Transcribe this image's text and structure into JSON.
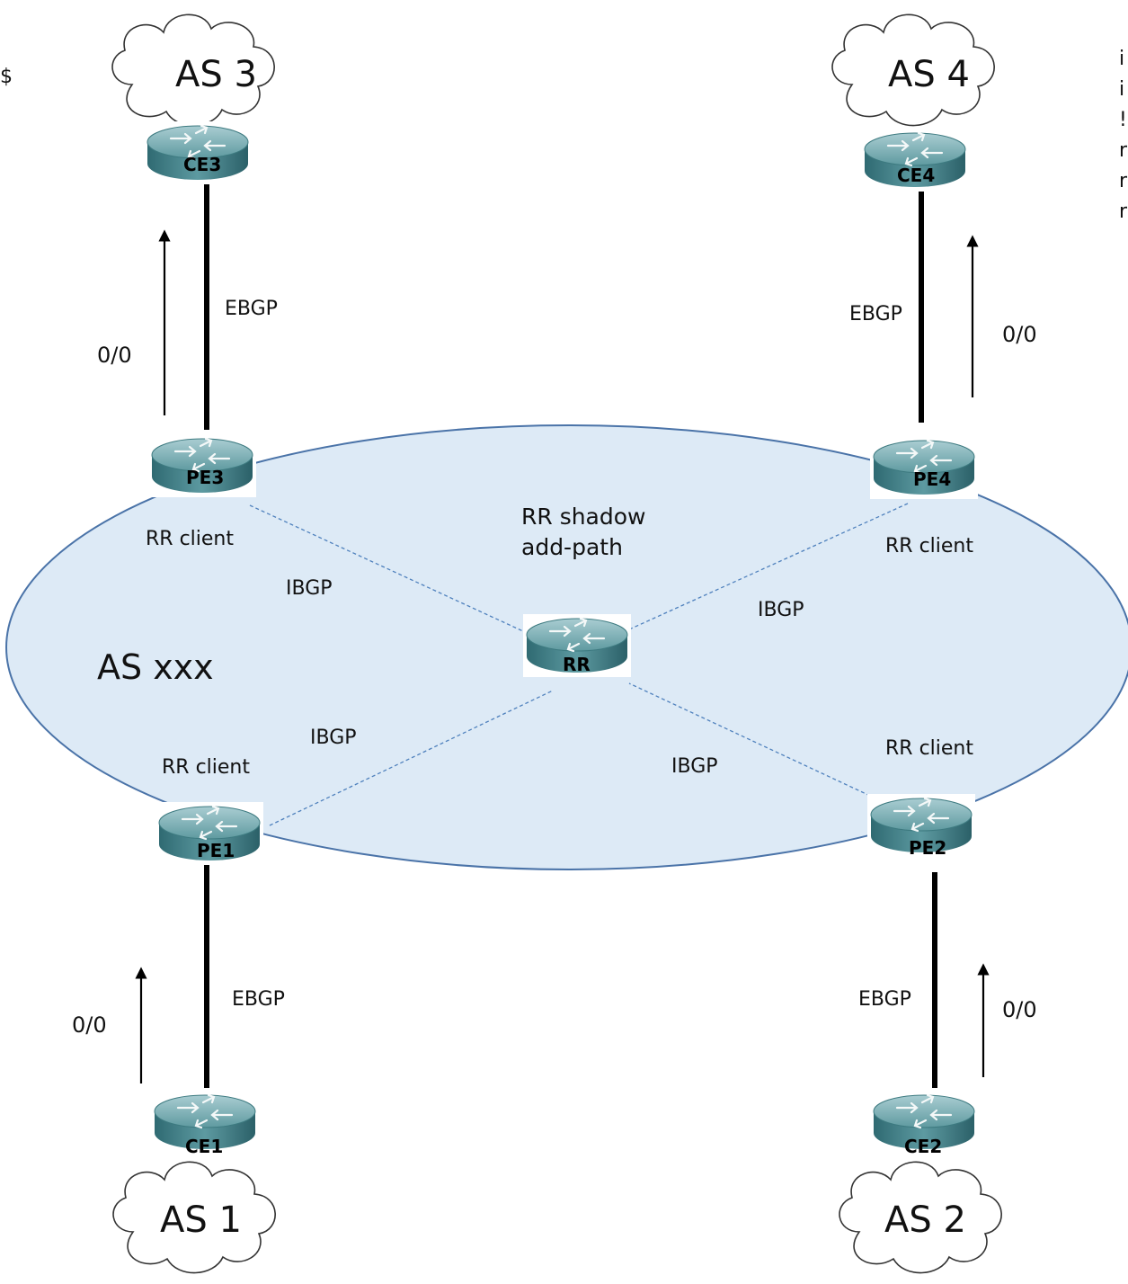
{
  "as_main": "AS xxx",
  "clouds": {
    "as1": "AS 1",
    "as2": "AS 2",
    "as3": "AS 3",
    "as4": "AS 4"
  },
  "routers": {
    "ce1": "CE1",
    "ce2": "CE2",
    "ce3": "CE3",
    "ce4": "CE4",
    "pe1": "PE1",
    "pe2": "PE2",
    "pe3": "PE3",
    "pe4": "PE4",
    "rr": "RR"
  },
  "links": {
    "ebgp": "EBGP",
    "ibgp": "IBGP",
    "default_route": "0/0"
  },
  "roles": {
    "rr_client": "RR client",
    "rr_title_line1": "RR shadow",
    "rr_title_line2": "add-path"
  },
  "edge_fragments": {
    "left": "$",
    "right": [
      "i",
      "i",
      "!",
      "r",
      "r",
      "r"
    ]
  },
  "colors": {
    "as_fill": "#ddeaf6",
    "as_stroke": "#4a73a8",
    "ibgp_line": "#4f81bd",
    "router_body": "#3f7f86"
  }
}
